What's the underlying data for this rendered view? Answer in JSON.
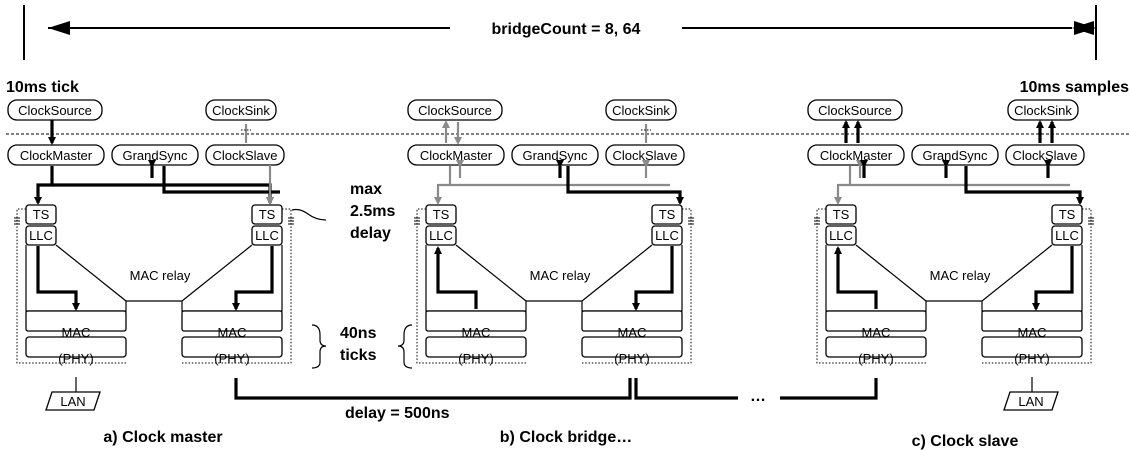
{
  "header": {
    "bridge_count": "bridgeCount = 8, 64",
    "left_note": "10ms tick",
    "right_note": "10ms samples"
  },
  "notes": {
    "max_delay_line1": "max",
    "max_delay_line2": "2.5ms",
    "max_delay_line3": "delay",
    "ticks_line1": "40ns",
    "ticks_line2": "ticks",
    "link_delay": "delay = 500ns",
    "ellipsis": "…"
  },
  "blocks": {
    "clock_source": "ClockSource",
    "clock_sink": "ClockSink",
    "clock_master": "ClockMaster",
    "grand_sync": "GrandSync",
    "clock_slave": "ClockSlave",
    "ts": "TS",
    "llc": "LLC",
    "mac_relay": "MAC relay",
    "mac": "MAC",
    "phy": "(PHY)",
    "lan": "LAN"
  },
  "captions": {
    "a": "a) Clock master",
    "b": "b) Clock bridge…",
    "c": "c) Clock slave"
  },
  "colors": {
    "ink": "#000000",
    "gray_path": "#8a8a8a",
    "background": "#ffffff"
  }
}
